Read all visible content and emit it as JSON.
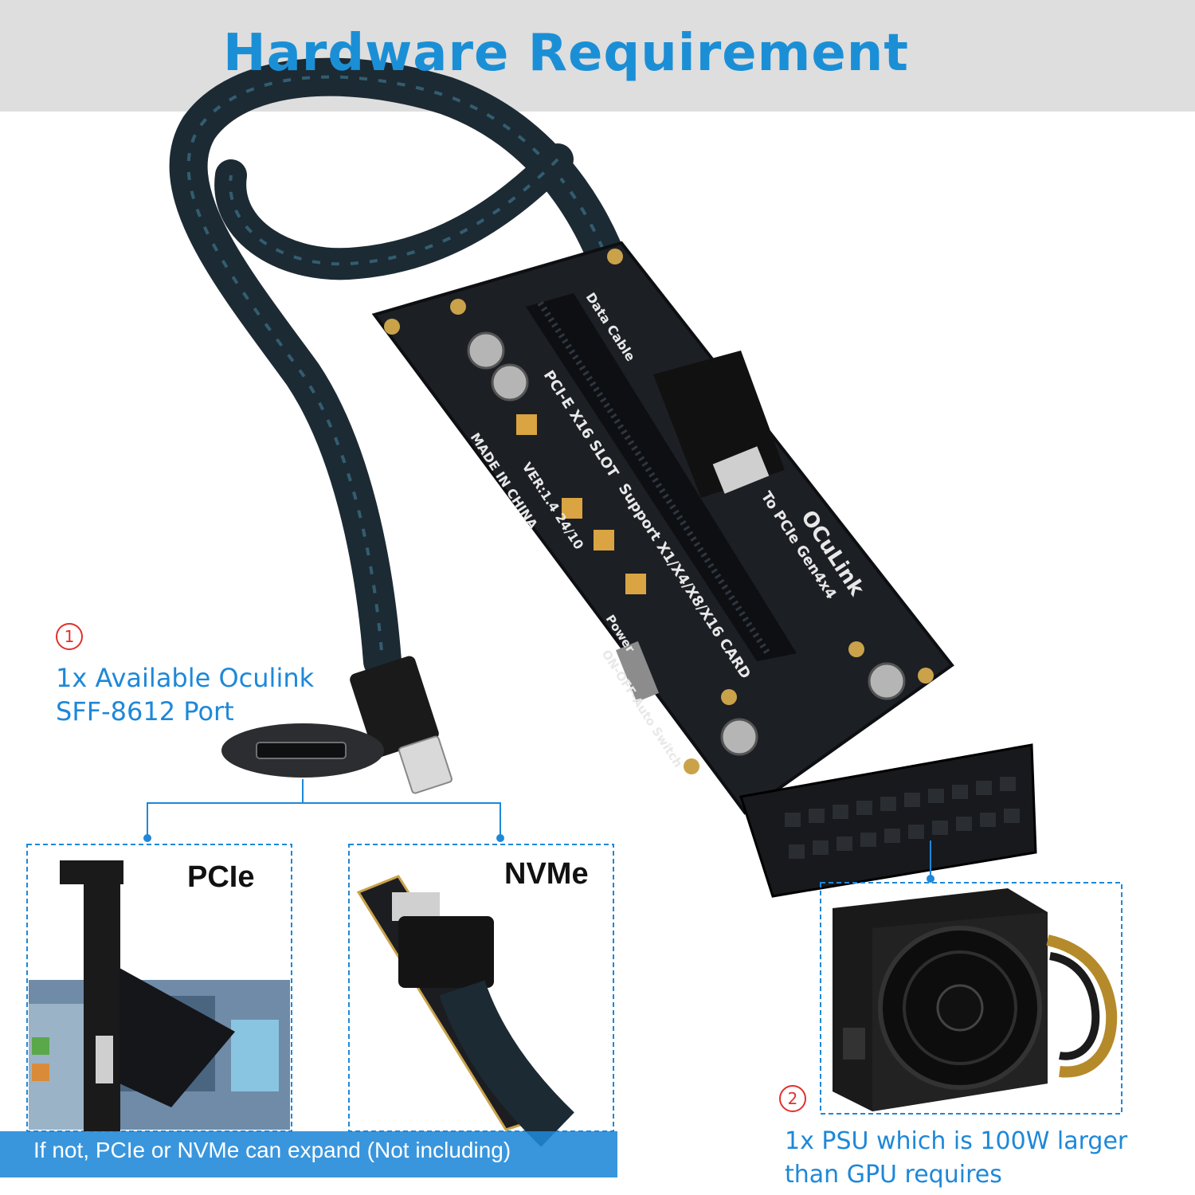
{
  "title": "Hardware Requirement",
  "requirements": [
    {
      "number": "1",
      "line1": "1x Available Oculink",
      "line2": "SFF-8612 Port"
    },
    {
      "number": "2",
      "line1": "1x PSU which is 100W larger",
      "line2": "than GPU requires"
    }
  ],
  "panels": {
    "pcie": "PCIe",
    "nvme": "NVMe"
  },
  "bottom_note": "If not, PCIe or NVMe can expand (Not including)",
  "board_text": {
    "brand": "OCuLink",
    "subtitle": "To PCIe Gen4x4",
    "slot": "PCI-E X16 SLOT",
    "support": "Support X1/X4/X8/X16 CARD",
    "version": "VER:1.4   24/10",
    "made_in": "MADE IN CHINA",
    "data_cable": "Data Cable",
    "switch": "ON-OFF-Auto Switch",
    "power": "Power"
  },
  "colors": {
    "accent": "#1e88d8",
    "number": "#e0312b",
    "header_band": "#dedede"
  }
}
